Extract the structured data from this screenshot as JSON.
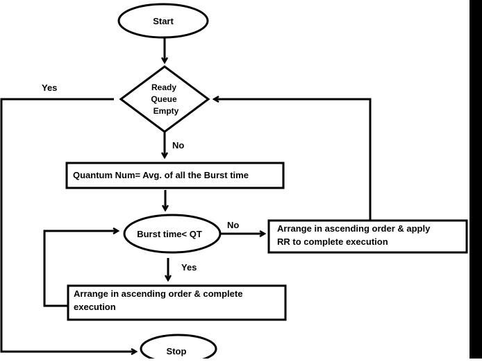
{
  "nodes": {
    "start": "Start",
    "decision_ready_queue": [
      "Ready",
      "Queue",
      "Empty"
    ],
    "quantum": "Quantum Num= Avg. of all the Burst time",
    "decision_burst": "Burst time< QT",
    "arrange_rr": [
      "Arrange in ascending order & apply",
      "RR to complete  execution"
    ],
    "arrange_complete": [
      "Arrange in ascending order & complete",
      "execution"
    ],
    "stop": "Stop"
  },
  "edge_labels": {
    "yes_left": "Yes",
    "no_down": "No",
    "no_right": "No",
    "yes_down": "Yes"
  },
  "colors": {
    "stroke": "#000000",
    "background": "#ffffff"
  }
}
